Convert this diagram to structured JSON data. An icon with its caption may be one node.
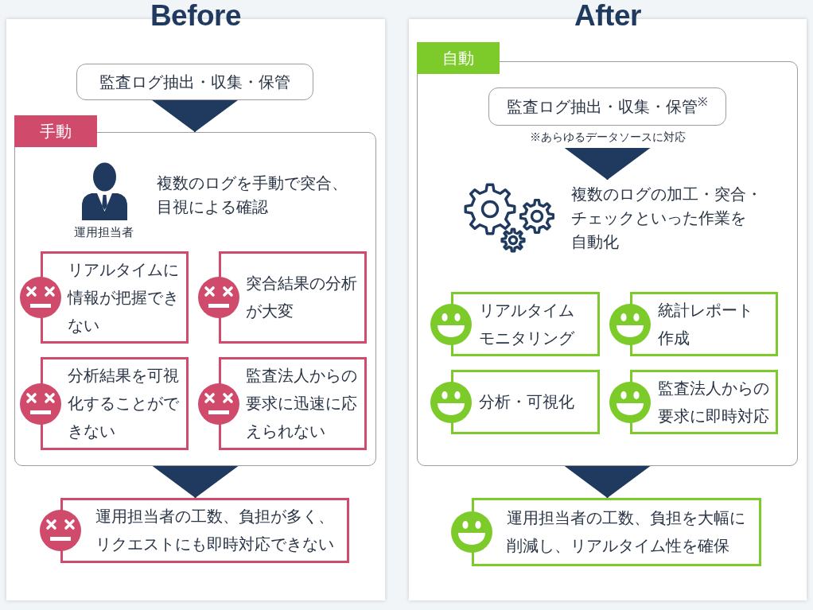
{
  "diagram": {
    "nodes": [
      {
        "text": [
          "Before"
        ]
      },
      {
        "text": [
          "監査ログ抽出・収集・保管"
        ],
        "in": 0
      },
      {
        "text": [
          "手動"
        ],
        "in": 0
      },
      {
        "text": [
          "リアルタイムに情報が把握できない"
        ],
        "in": 2
      },
      {
        "text": [
          "突合結果の分析が大変"
        ],
        "in": 2
      },
      {
        "text": [
          "分析結果を可視化することができない"
        ],
        "in": 2
      },
      {
        "text": [
          "監査法人からの要求に迅速に応えられない"
        ],
        "in": 2
      },
      {
        "text": [
          "運用担当者の工数、負担が多く、リクエストにも即時対応できない"
        ],
        "in": 0
      },
      {
        "text": [
          "After"
        ]
      },
      {
        "text": [
          "自動"
        ],
        "in": 8
      },
      {
        "text": [
          "監査ログ抽出・収集・保管$^{※}$"
        ],
        "in": 9,
        "beside": [
          "※あらゆるデータソースに対応"
        ]
      },
      {
        "text": [
          "複数のログの加工・突合・チェックといった作業を自動化"
        ],
        "in": 9
      },
      {
        "text": [
          "リアルタイムモニタリング"
        ],
        "in": 9
      },
      {
        "text": [
          "統計レポート作成"
        ],
        "in": 9
      },
      {
        "text": [
          "分析・可視化"
        ],
        "in": 9
      },
      {
        "text": [
          "監査法人からの要求に即時対応"
        ],
        "in": 9
      },
      {
        "text": [
          "運用担当者の工数、負担を大幅に削減し、リアルタイム性を確保"
        ],
        "in": 8
      }
    ],
    "edges": [
      {
        "from": 1,
        "to": 2,
        "arrow": "to"
      },
      {
        "from": 2,
        "to": 7,
        "arrow": "to"
      },
      {
        "from": 10,
        "to": 11,
        "arrow": "to"
      },
      {
        "from": 9,
        "to": 16,
        "arrow": "to"
      }
    ],
    "labels": [
      "複数のログを手動で突合、目視による確認",
      "運用担当者"
    ]
  }
}
